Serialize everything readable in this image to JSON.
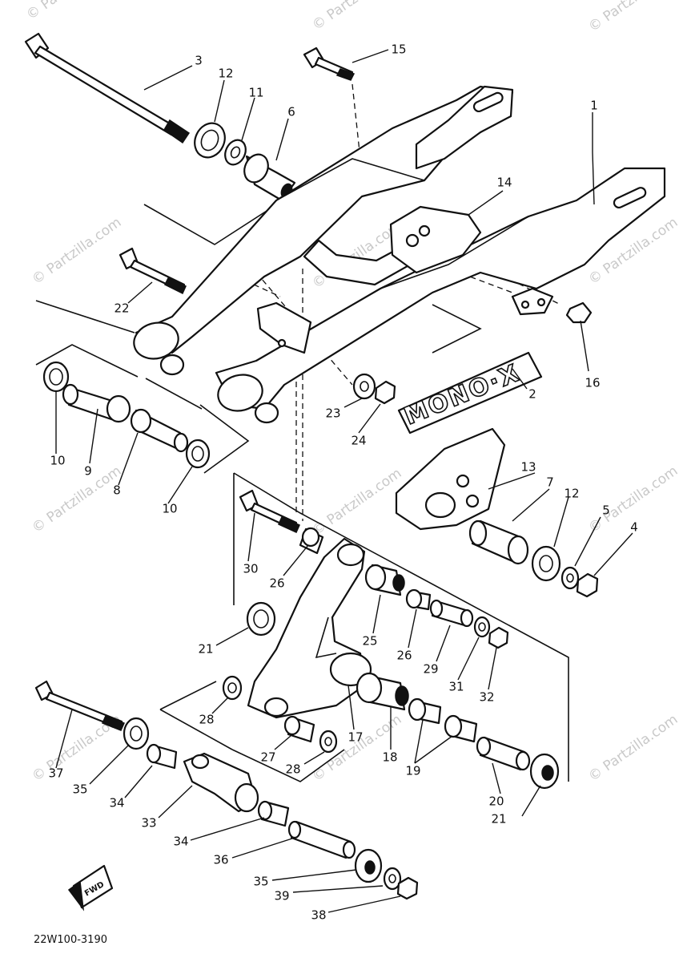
{
  "diagram": {
    "drawing_code": "22W100-3190",
    "brand_decal": "MONO·X",
    "fwd_mark": "FWD",
    "watermarks": [
      "© Partzilla.com",
      "© Partzilla.com",
      "© Partzilla.com",
      "© Partzilla.com",
      "© Partzilla.com",
      "© Partzilla.com",
      "© Partzilla.com",
      "© Partzilla.com",
      "© Partzilla.com",
      "© Partzilla.com",
      "© Partzilla.com",
      "© Partzilla.com"
    ],
    "callouts": [
      "1",
      "2",
      "3",
      "4",
      "5",
      "6",
      "7",
      "8",
      "9",
      "10",
      "10",
      "11",
      "12",
      "12",
      "13",
      "14",
      "15",
      "16",
      "17",
      "18",
      "19",
      "20",
      "21",
      "21",
      "22",
      "23",
      "24",
      "25",
      "26",
      "26",
      "27",
      "28",
      "28",
      "29",
      "30",
      "31",
      "32",
      "33",
      "34",
      "34",
      "35",
      "35",
      "36",
      "37",
      "38",
      "39"
    ]
  }
}
